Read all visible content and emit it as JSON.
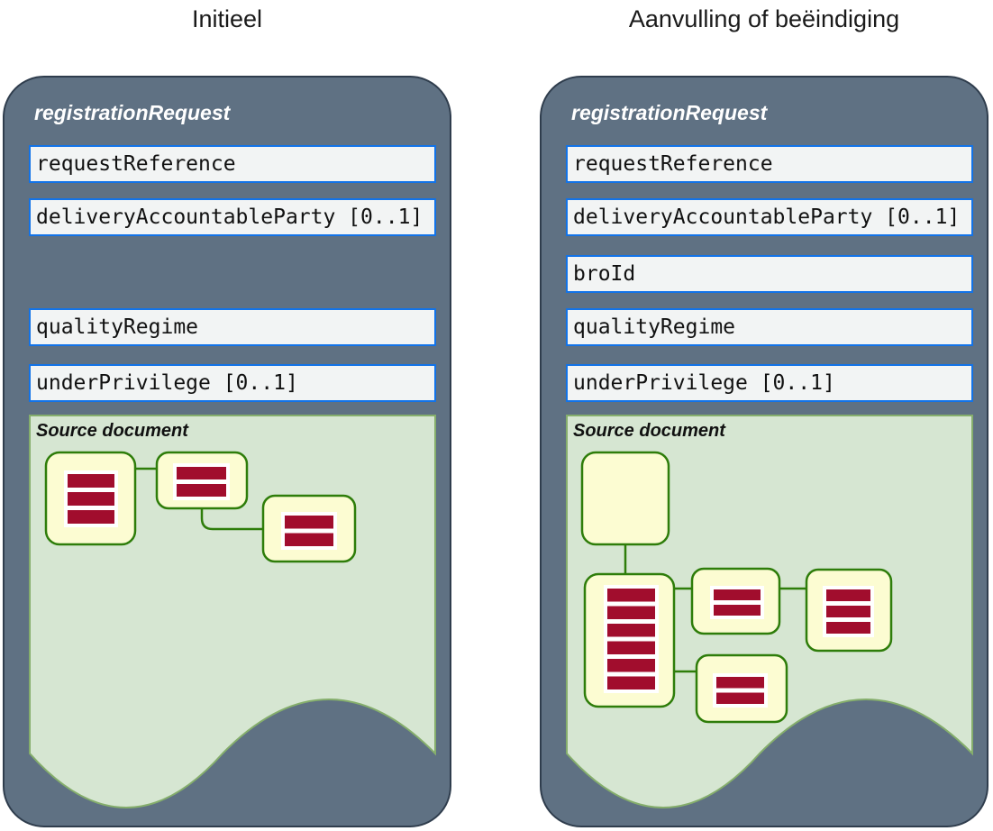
{
  "titles": {
    "left": "Initieel",
    "right": "Aanvulling of beëindiging"
  },
  "panels": {
    "left": {
      "header": "registrationRequest",
      "fields": [
        "requestReference",
        "deliveryAccountableParty [0..1]",
        "qualityRegime",
        "underPrivilege [0..1]"
      ],
      "source_document": {
        "label": "Source document",
        "nodes": [
          {
            "id": "doc-root",
            "bars": 3
          },
          {
            "id": "doc-child",
            "bars": 2
          },
          {
            "id": "doc-grandchild",
            "bars": 2
          }
        ]
      }
    },
    "right": {
      "header": "registrationRequest",
      "fields": [
        "requestReference",
        "deliveryAccountableParty [0..1]",
        "broId",
        "qualityRegime",
        "underPrivilege [0..1]"
      ],
      "source_document": {
        "label": "Source document",
        "nodes": [
          {
            "id": "doc-empty",
            "bars": 0
          },
          {
            "id": "doc-tall",
            "bars": 6
          },
          {
            "id": "doc-mid-top",
            "bars": 2
          },
          {
            "id": "doc-right",
            "bars": 3
          },
          {
            "id": "doc-mid-bottom",
            "bars": 2
          }
        ]
      }
    }
  },
  "colors": {
    "title_text": "#1a1a1a",
    "panel_bg": "#5f7183",
    "panel_border": "#2f3d4d",
    "header_text": "#ffffff",
    "field_bg": "#f2f4f4",
    "field_border": "#1273e8",
    "field_text": "#111111",
    "green_bg": "#d6e6d2",
    "green_border": "#85ae6c",
    "node_fill": "#fcfcd2",
    "node_border": "#2e7d0a",
    "bar_red": "#a10d2d"
  }
}
